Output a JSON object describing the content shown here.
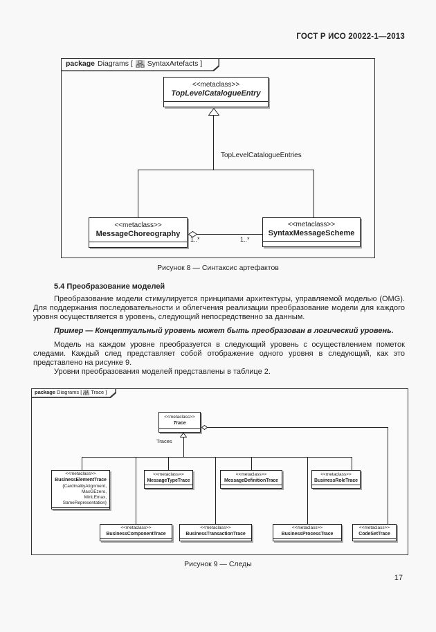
{
  "page": {
    "header": "ГОСТ Р ИСО 20022-1—2013",
    "page_number": "17"
  },
  "uml": {
    "stereotype": "<<metaclass>>"
  },
  "figure8": {
    "tab": {
      "keyword": "package",
      "pre": "Diagrams [",
      "post": "SyntaxArtefacts ]"
    },
    "classes": {
      "top": "TopLevelCatalogueEntry",
      "left": "MessageChoreography",
      "right": "SyntaxMessageScheme"
    },
    "edge_label": "TopLevelCatalogueEntries",
    "multiplicity_left": "1..*",
    "multiplicity_right": "1..*",
    "caption": "Рисунок 8 — Синтаксис артефактов"
  },
  "section": {
    "heading": "5.4 Преобразование моделей",
    "para1": "Преобразование модели стимулируется принципами архитектуры, управляемой моделью (OMG). Для поддержания последовательности и облегчения реализации преобразование модели для каждого уровня осуществляется в уровень, следующий непосредственно за данным.",
    "example": "Пример — Концептуальный уровень может быть преобразован в логический уровень.",
    "para2": "Модель на каждом уровне преобразуется в следующий уровень с осуществлением пометок следами. Каждый след представляет собой отображение одного уровня в следующий, как это представлено на рисунке 9.",
    "para3": "Уровни преобразования моделей представлены в таблице 2."
  },
  "figure9": {
    "tab": {
      "keyword": "package",
      "pre": "Diagrams [",
      "post": "Trace ]"
    },
    "root": "Trace",
    "edge_label": "Traces",
    "row1": [
      {
        "name": "BusinessElementTrace",
        "constraints": [
          "{CardinalityAlignment,",
          "MaxGEzero,",
          "MinLEmax,",
          "SameRepresentation}"
        ]
      },
      {
        "name": "MessageTypeTrace"
      },
      {
        "name": "MessageDefinitionTrace"
      },
      {
        "name": "BusinessRoleTrace"
      }
    ],
    "row2": [
      {
        "name": "BusinessComponentTrace"
      },
      {
        "name": "BusinessTransactionTrace"
      },
      {
        "name": "BusinessProcessTrace"
      },
      {
        "name": "CodeSetTrace"
      }
    ],
    "caption": "Рисунок 9 — Следы"
  }
}
